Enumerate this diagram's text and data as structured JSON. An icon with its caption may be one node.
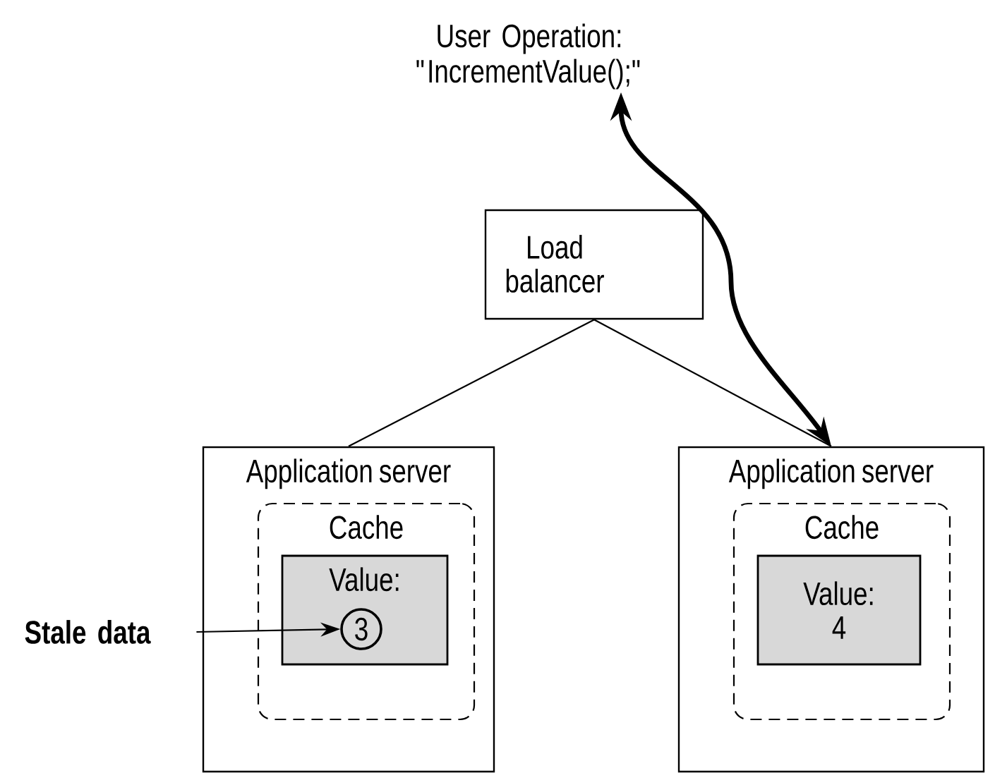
{
  "diagram": {
    "nodes": [
      {
        "text": [
          "User Operation: \"IncrementValue();\""
        ]
      },
      {
        "text": [
          "Load balancer"
        ]
      },
      {
        "text": [
          "Application server"
        ]
      },
      {
        "text": [
          "Cache"
        ],
        "in": 2
      },
      {
        "text": [
          "Value:"
        ],
        "in": 3
      },
      {
        "text": [
          "3"
        ],
        "in": 4
      },
      {
        "text": [
          "Application server"
        ]
      },
      {
        "text": [
          "Cache"
        ],
        "in": 6
      },
      {
        "text": [
          "Value: 4"
        ],
        "in": 7
      },
      {
        "text": [
          "Stale data"
        ]
      }
    ],
    "edges": [
      {
        "from": 1,
        "to": 2,
        "arrow": "none"
      },
      {
        "from": 1,
        "to": 6,
        "arrow": "none"
      },
      {
        "from": 0,
        "to": 6,
        "arrow": "both",
        "style": "thick"
      },
      {
        "from": 9,
        "to": 5,
        "arrow": "to"
      }
    ]
  }
}
